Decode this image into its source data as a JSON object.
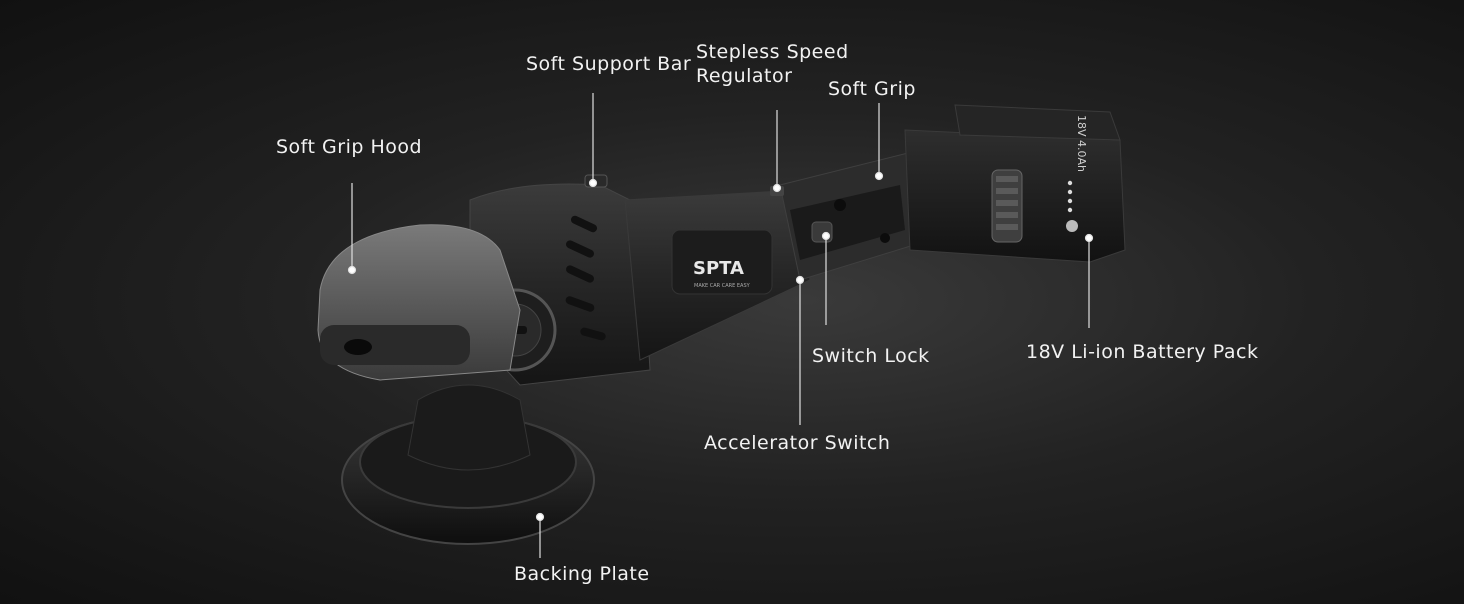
{
  "brand": {
    "logo_text": "SPTA",
    "tagline": "MAKE CAR CARE EASY",
    "battery_marking": "18V 4.0Ah"
  },
  "callouts": {
    "soft_grip_hood": "Soft Grip Hood",
    "soft_support_bar": "Soft Support Bar",
    "stepless_speed_regulator_line1": "Stepless Speed",
    "stepless_speed_regulator_line2": "Regulator",
    "soft_grip": "Soft Grip",
    "switch_lock": "Switch Lock",
    "accelerator_switch": "Accelerator Switch",
    "battery_pack": "18V Li-ion Battery Pack",
    "backing_plate": "Backing Plate"
  }
}
